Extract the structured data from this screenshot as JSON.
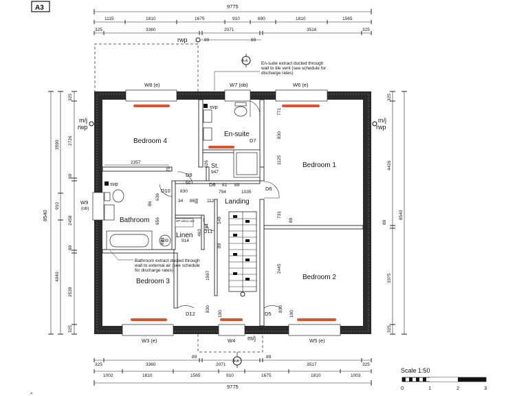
{
  "sheet": {
    "size_label": "A3"
  },
  "dims": {
    "top_total": "9775",
    "top_row1": [
      "1115",
      "1810",
      "1675",
      "910",
      "890",
      "1810",
      "1565"
    ],
    "top_row2": [
      "325",
      "3360",
      "2071",
      "3516",
      "325"
    ],
    "bottom_row1": [
      "325",
      "3360",
      "89",
      "2071",
      "89",
      "3517",
      "325"
    ],
    "bottom_row2": [
      "1002",
      "1810",
      "1565",
      "910",
      "1675",
      "1810",
      "1003"
    ],
    "bottom_total": "9775",
    "left_total": "8540",
    "left_row1": [
      "3590",
      "910",
      "4040"
    ],
    "left_row2": [
      "325",
      "2726",
      "89",
      "2458",
      "89",
      "2528",
      "325"
    ],
    "right_total": "8540",
    "right_row": [
      "325",
      "4426",
      "89",
      "3375",
      "325"
    ],
    "rwp_offsets": [
      "89",
      "89"
    ]
  },
  "rooms": {
    "bedroom4": "Bedroom 4",
    "bedroom1": "Bedroom 1",
    "bedroom2": "Bedroom 2",
    "bedroom3": "Bedroom 3",
    "ensuite": "En-suite",
    "bathroom": "Bathroom",
    "linen": "Linen",
    "landing": "Landing",
    "st": "St.",
    "st_dim": "947"
  },
  "windows": {
    "w8": "W8 (e)",
    "w7": "W7 (ob)",
    "w6": "W6 (e)",
    "w9": "W9",
    "w9_note": "(ob)",
    "w3": "W3 (e)",
    "w4": "W4",
    "w5": "W5 (e)"
  },
  "doors": {
    "d7": "D7",
    "d9": "D9",
    "d10": "D10",
    "d8": "D8",
    "d6": "D6",
    "d11": "D11",
    "d12": "D12",
    "d5": "D5"
  },
  "labels": {
    "rwp_top": "rwp",
    "svp_top": "svp",
    "svp_left": "svp",
    "mj_left": "m/j",
    "rwp_left": "rwp",
    "mj_right": "m/j",
    "rwp_right": "rwp",
    "mj_bottom": "m/j",
    "section_top": "A-A",
    "section_bottom": "A-A",
    "hp": "HP edsct unit",
    "linen_width": "914",
    "circle_609": "609"
  },
  "notes": {
    "ensuite_extract": "En-suite extract ducted through wall to tile vent (see schedule for discharge rates)",
    "bathroom_extract": "Bathroom extract ducted through wall to external air (see schedule for discharge rates)"
  },
  "internal_dims": {
    "d2357": "2357",
    "d75": "75",
    "d50": "50",
    "d830a": "830",
    "d81": "81",
    "d89a": "89",
    "d754a": "754",
    "d1035": "1035",
    "d34": "34",
    "d86": "86",
    "d112": "112",
    "d89b": "89",
    "d86b": "86",
    "d636": "636",
    "d656": "656",
    "d463": "463",
    "d754b": "754",
    "d149": "149",
    "d89c": "89",
    "d821": "821",
    "d926": "926",
    "d771": "771",
    "d830b": "830",
    "d1125": "1125",
    "d731": "731",
    "d89d": "89",
    "d2445": "2445",
    "d1597": "1597",
    "d830c": "830",
    "d100a": "100",
    "d100b": "100",
    "d830d": "830"
  },
  "scale": {
    "label": "Scale 1:50",
    "ticks": [
      "0",
      "1",
      "2",
      "3"
    ]
  }
}
